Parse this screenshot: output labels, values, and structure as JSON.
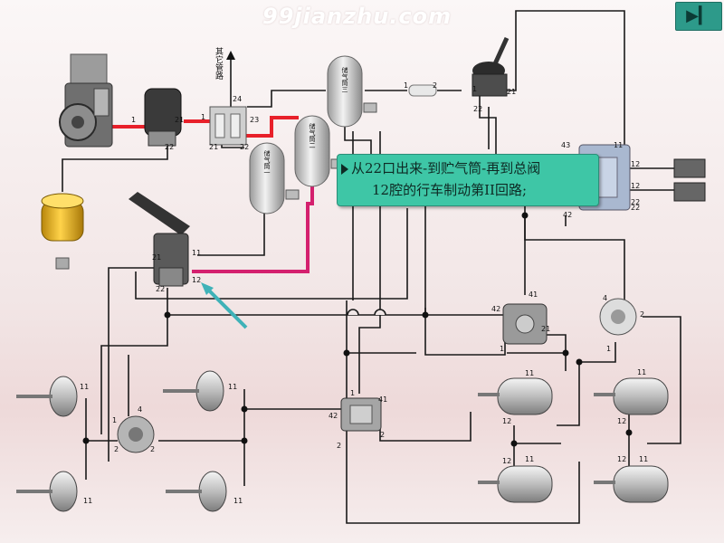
{
  "watermark": "99jianzhu.com",
  "nav": {
    "next_icon": "play-next-icon"
  },
  "callout": {
    "line1": "从22口出来-到贮气筒-再到总阀",
    "line2": "12腔的行车制动第II回路;"
  },
  "label_other_circuit": "其它管路",
  "tank_labels": {
    "tank3": "储气筒三",
    "tank2": "储气筒二",
    "tank1": "储气筒一"
  },
  "ports": {
    "comp_1": "1",
    "dryer_21": "21",
    "dryer_22": "22",
    "v4_24": "24",
    "v4_1": "1",
    "v4_23": "23",
    "v4_21": "21",
    "v4_22": "22",
    "check_1": "1",
    "check_2": "2",
    "hand_1": "1",
    "hand_21": "21",
    "hand_22": "22",
    "relay_tr_43": "43",
    "relay_tr_11": "11",
    "relay_tr_12": "12",
    "relay_tr_42": "42",
    "relay_tr_22": "22",
    "foot_21": "21",
    "foot_11": "11",
    "foot_22": "22",
    "foot_12": "12",
    "rv1_42": "42",
    "rv1_41": "41",
    "rv1_21": "21",
    "rv1_1": "1",
    "qr_4": "4",
    "qr_2": "2",
    "qr_1": "1",
    "rv2_1": "1",
    "rv2_41": "41",
    "rv2_42": "42",
    "rv2_2": "2",
    "rv2_21": "2",
    "dist_4": "4",
    "dist_1": "1",
    "dist_2a": "2",
    "dist_2b": "2",
    "ch_tl": "11",
    "ch_ml": "11",
    "ch_bl": "11",
    "ch_bm": "11",
    "sc1_11": "11",
    "sc1_12": "12",
    "sc2_12": "12",
    "sc2_11": "11",
    "sc3_11": "11",
    "sc3_12": "12",
    "sc4_12": "12",
    "sc4_11": "11",
    "trailer_12": "12",
    "trailer_22": "22"
  }
}
